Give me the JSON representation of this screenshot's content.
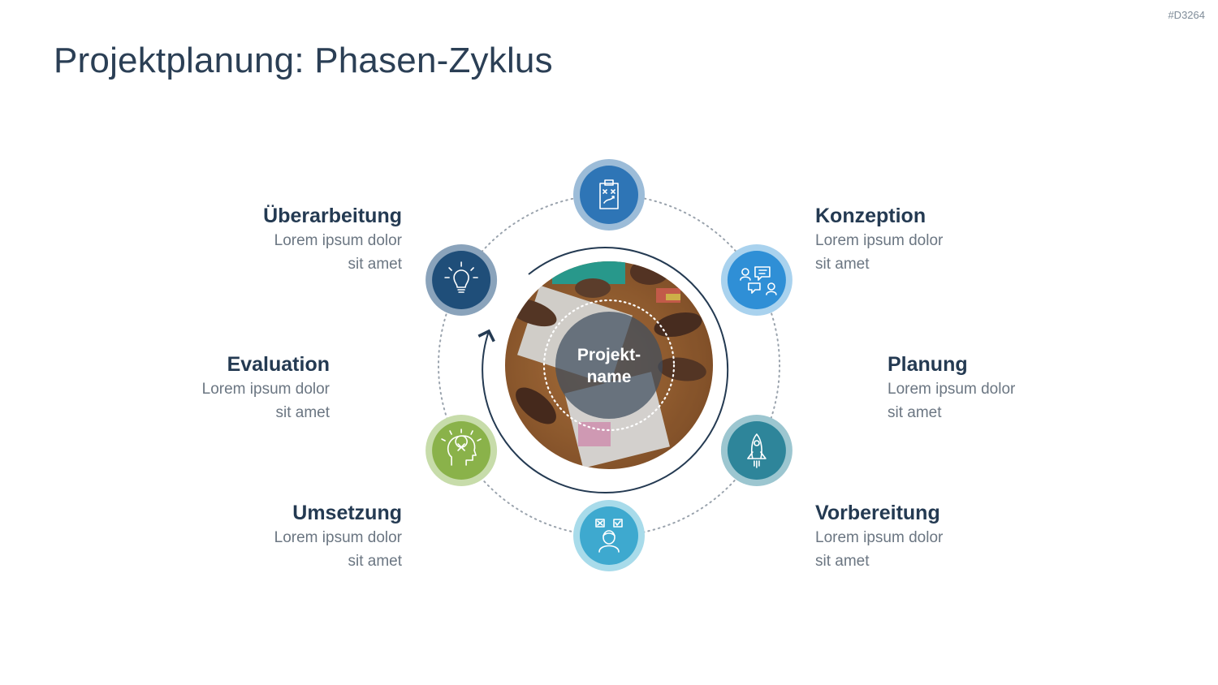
{
  "slide_id": "#D3264",
  "title": "Projektplanung: Phasen-Zyklus",
  "center": {
    "label": "Projekt-\nname"
  },
  "phases": [
    {
      "name": "Konzeption",
      "desc": "Lorem ipsum dolor\nsit amet",
      "icon": "lightbulb-icon",
      "color": "#1f4e79",
      "ring": "#8aa3bb"
    },
    {
      "name": "Planung",
      "desc": "Lorem ipsum dolor\nsit amet",
      "icon": "clipboard-strategy-icon",
      "color": "#2e75b6",
      "ring": "#9cbcd8"
    },
    {
      "name": "Vorbereitung",
      "desc": "Lorem ipsum dolor\nsit amet",
      "icon": "people-chat-icon",
      "color": "#2f8fd6",
      "ring": "#a9d2ee"
    },
    {
      "name": "Umsetzung",
      "desc": "Lorem ipsum dolor\nsit amet",
      "icon": "rocket-icon",
      "color": "#2e859a",
      "ring": "#9cc6d0"
    },
    {
      "name": "Evaluation",
      "desc": "Lorem ipsum dolor\nsit amet",
      "icon": "person-evaluation-icon",
      "color": "#3ea9cf",
      "ring": "#a8dbea"
    },
    {
      "name": "Überarbeitung",
      "desc": "Lorem ipsum dolor\nsit amet",
      "icon": "head-brain-icon",
      "color": "#8ab24a",
      "ring": "#c7dcaa"
    }
  ]
}
